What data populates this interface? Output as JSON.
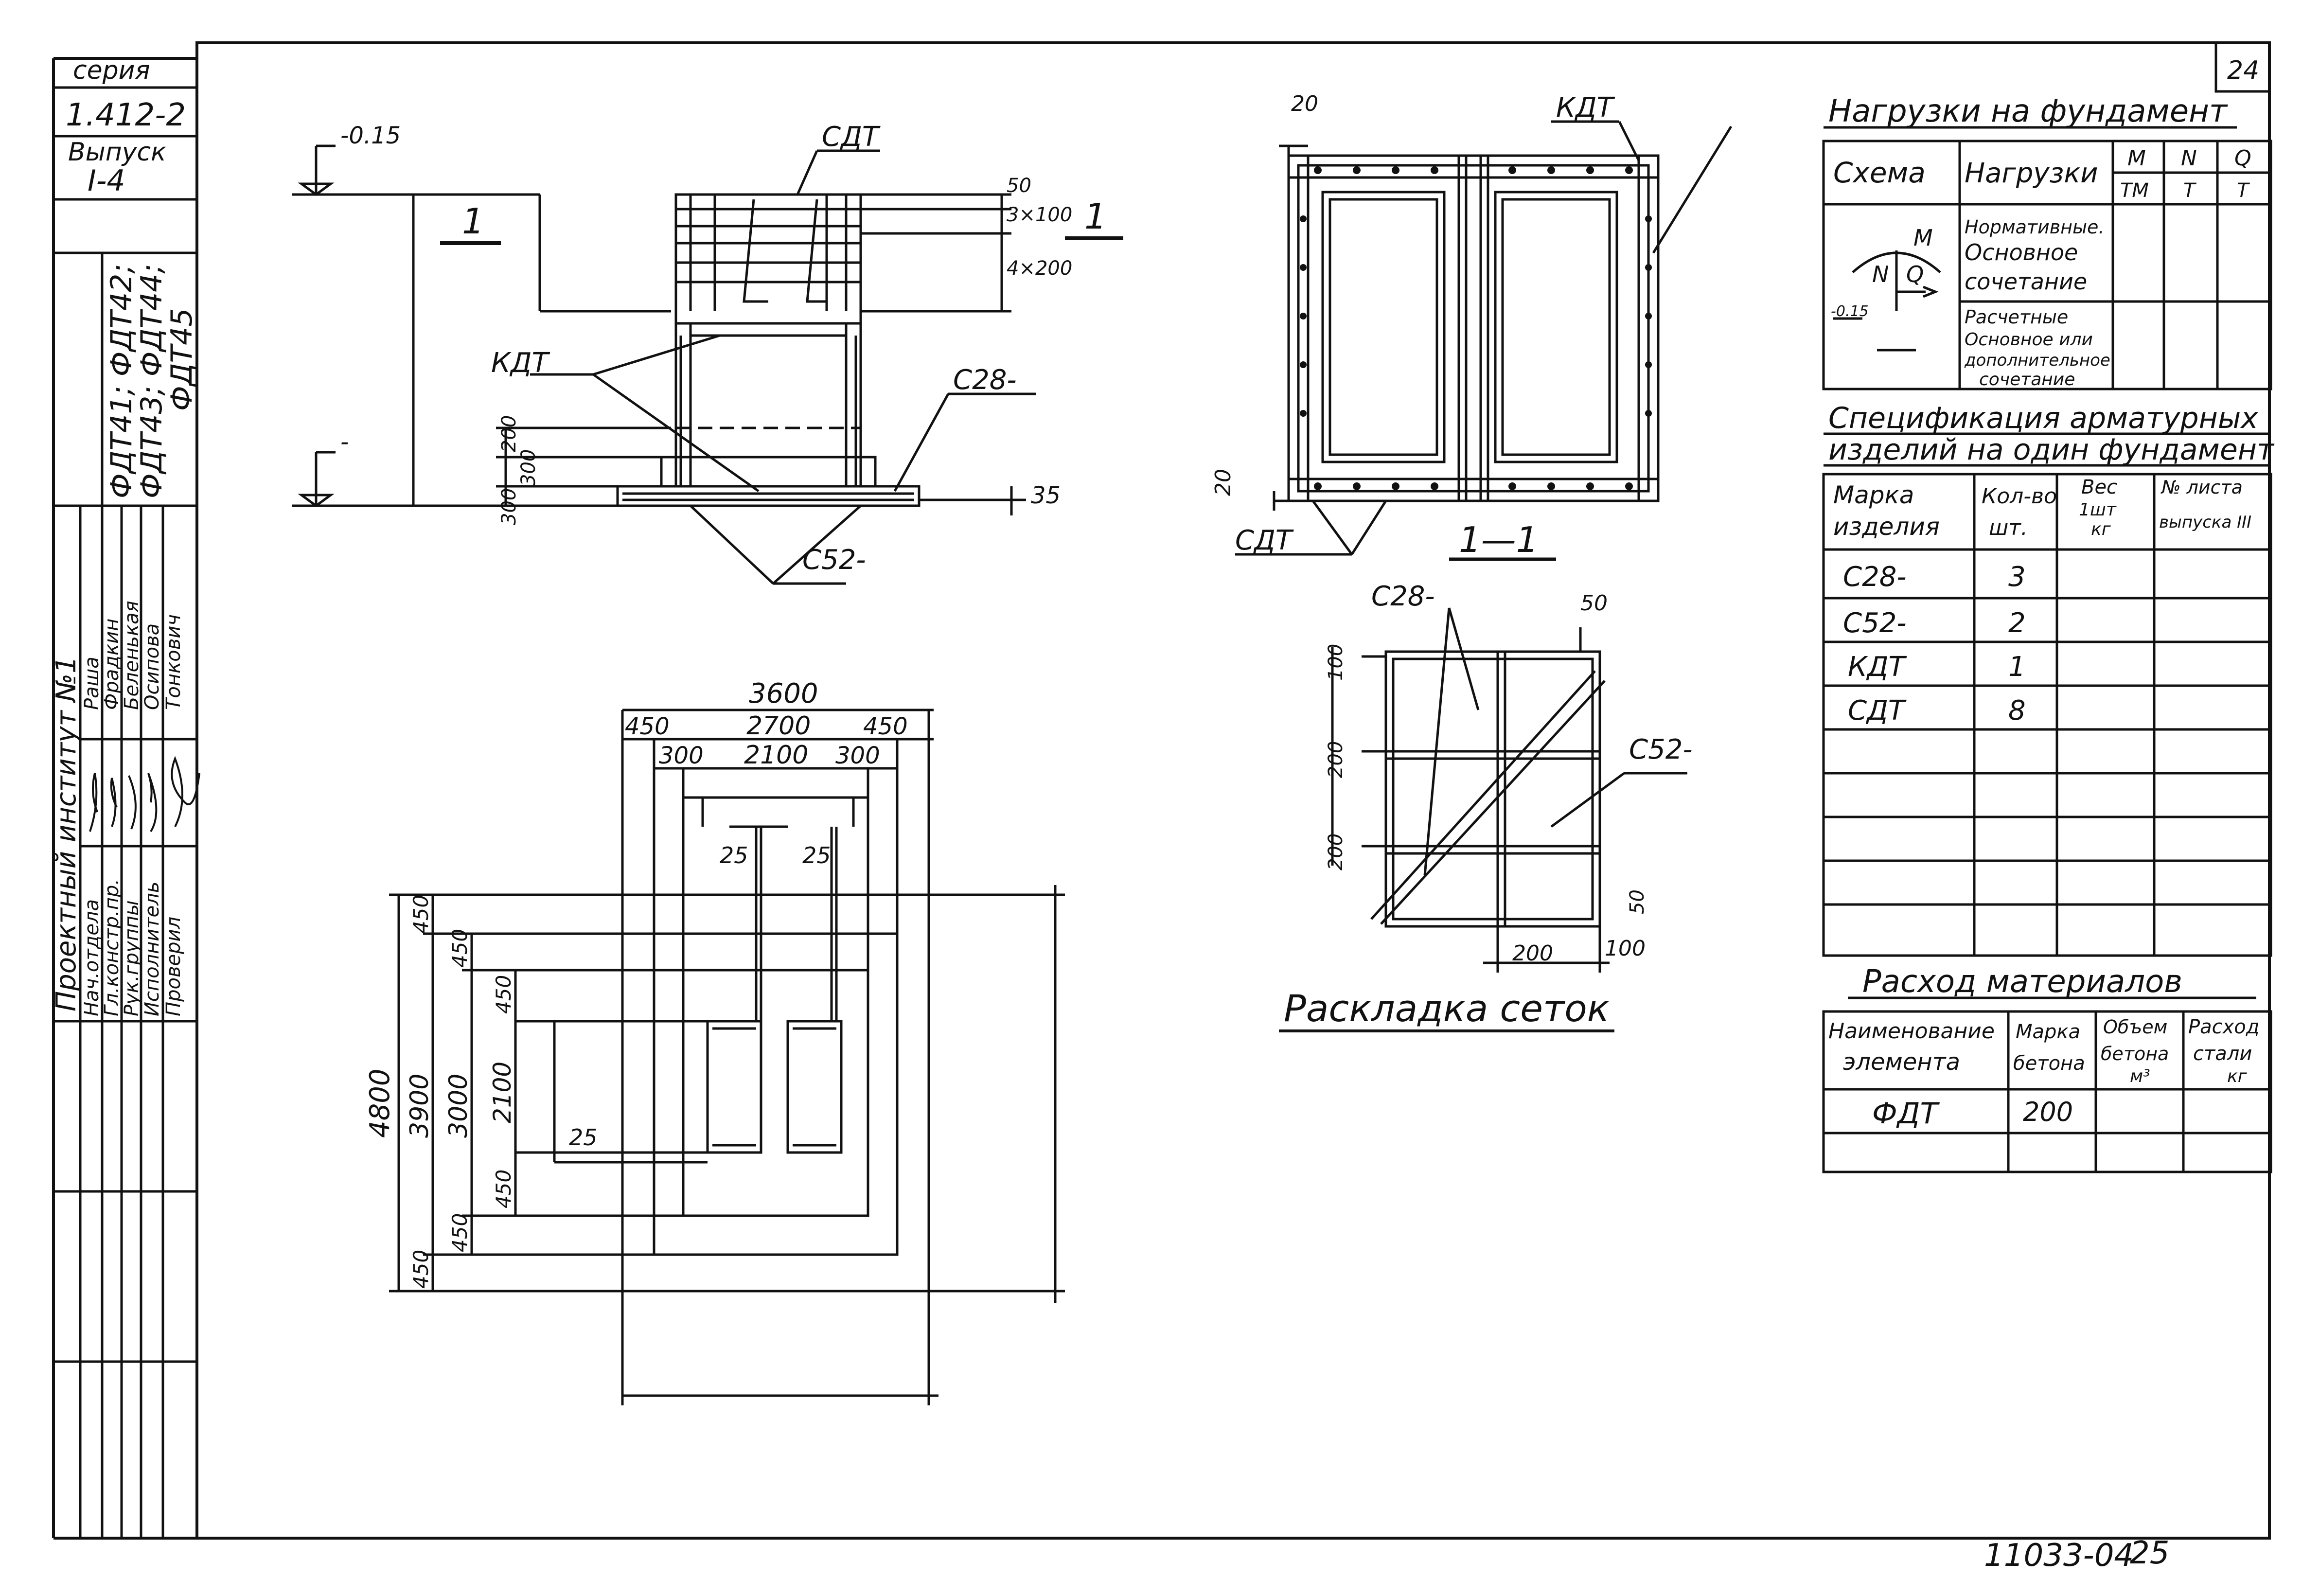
{
  "sheet": {
    "page_number": "24",
    "doc_number": "11033-04",
    "sheet_number": "25"
  },
  "stamp": {
    "series_label": "серия",
    "series_value": "1.412-2",
    "issue_label": "Выпуск",
    "issue_value": "I-4",
    "marks_line1": "ФДТ41; ФДТ42;",
    "marks_line2": "ФДТ43; ФДТ44;",
    "marks_line3": "ФДТ45",
    "institute": "Проектный институт №1",
    "roles": [
      "Нач.отдела",
      "Гл.констр.пр.",
      "Рук.группы",
      "Исполнитель",
      "Проверил"
    ],
    "names": [
      "Раша",
      "Фрадкин",
      "Беленькая",
      "Осипова",
      "Тонкович"
    ]
  },
  "elevation": {
    "level_top": "-0.15",
    "level_bottom": "-",
    "section_mark": "1",
    "label_sdt": "СДТ",
    "label_kdt": "КДТ",
    "label_c28": "С28-",
    "label_c52": "С52-",
    "dim_50": "50",
    "dim_3x100": "3×100",
    "dim_4x200": "4×200",
    "dim_200": "200",
    "dim_300a": "300",
    "dim_300b": "300",
    "dim_35": "35"
  },
  "plan": {
    "dim_3600": "3600",
    "dim_450a": "450",
    "dim_2700": "2700",
    "dim_450b": "450",
    "dim_300a": "300",
    "dim_2100": "2100",
    "dim_300b": "300",
    "dim_25a": "25",
    "dim_25b": "25",
    "dim_25c": "25",
    "dim_4800": "4800",
    "dim_3900": "3900",
    "dim_3000": "3000",
    "dim_2100v": "2100",
    "dim_450_1": "450",
    "dim_450_2": "450",
    "dim_450_3": "450",
    "dim_450_4": "450",
    "dim_450_5": "450",
    "dim_450_6": "450"
  },
  "section": {
    "label_kdt": "КДТ",
    "label_sdt": "СДТ",
    "dim_20a": "20",
    "dim_20b": "20",
    "title": "1—1"
  },
  "mesh": {
    "label_c28": "С28-",
    "label_c52": "С52-",
    "dim_50a": "50",
    "dim_100a": "100",
    "dim_200a": "200",
    "dim_200b": "200",
    "dim_50b": "50",
    "dim_200c": "200",
    "dim_100b": "100",
    "title": "Раскладка сеток"
  },
  "loads": {
    "title": "Нагрузки на фундамент",
    "headers": [
      "Схема",
      "Нагрузки",
      "M",
      "TM",
      "N",
      "T",
      "Q",
      "T"
    ],
    "row1": [
      "Нормативные.",
      "Основное",
      "сочетание"
    ],
    "row2": [
      "Расчетные",
      "Основное или",
      "дополнительное",
      "сочетание"
    ],
    "scheme_m": "M",
    "scheme_n": "N",
    "scheme_q": "Q",
    "scheme_level": "-0.15"
  },
  "spec": {
    "title_line1": "Спецификация арматурных",
    "title_line2": "изделий на один фундамент",
    "headers": [
      "Марка",
      "изделия",
      "Кол-во",
      "шт.",
      "Вес",
      "1шт",
      "кг",
      "№ листа",
      "выпуска III"
    ],
    "rows": [
      {
        "mark": "С28-",
        "qty": "3"
      },
      {
        "mark": "С52-",
        "qty": "2"
      },
      {
        "mark": "КДТ",
        "qty": "1"
      },
      {
        "mark": "СДТ",
        "qty": "8"
      }
    ]
  },
  "materials": {
    "title": "Расход материалов",
    "headers": [
      "Наименование",
      "элемента",
      "Марка",
      "бетона",
      "Объем",
      "бетона",
      "м³",
      "Расход",
      "стали",
      "кг"
    ],
    "row_name": "ФДТ",
    "row_grade": "200"
  }
}
